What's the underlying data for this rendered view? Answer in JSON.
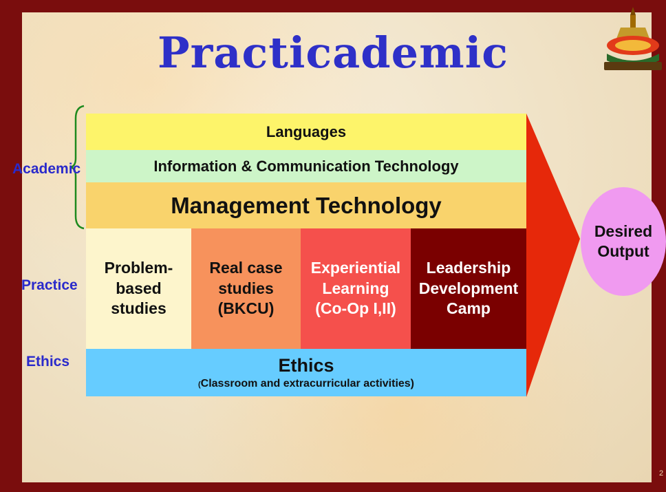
{
  "title": "Practicademic",
  "page_number": "2",
  "labels": {
    "academic": "Academic",
    "practice": "Practice",
    "ethics": "Ethics"
  },
  "academic_rows": {
    "languages": "Languages",
    "ict": "Information & Communication Technology",
    "management": "Management Technology"
  },
  "practice_columns": [
    {
      "lines": [
        "Problem-",
        "based",
        "studies"
      ],
      "color": "#fdf5cc",
      "text_color": "#111111"
    },
    {
      "lines": [
        "Real case",
        "studies",
        "(BKCU)"
      ],
      "color": "#f7925c",
      "text_color": "#111111"
    },
    {
      "lines": [
        "Experiential",
        "Learning",
        "(Co-Op I,II)"
      ],
      "color": "#f5504c",
      "text_color": "#ffffff"
    },
    {
      "lines": [
        "Leadership",
        "Development",
        "Camp"
      ],
      "color": "#7a0000",
      "text_color": "#ffffff"
    }
  ],
  "ethics_block": {
    "title": "Ethics",
    "subtitle": "Classroom and extracurricular activities)",
    "subtitle_prefix": "("
  },
  "output": {
    "line1": "Desired",
    "line2": "Output"
  },
  "colors": {
    "title": "#2e30c8",
    "label": "#2a2acb",
    "languages": "#fdf46a",
    "ict": "#cdf5c8",
    "management": "#f9d36c",
    "ethics": "#66ccff",
    "arrow": "#e6280a",
    "output": "#f09af0",
    "frame": "#7a0d0d"
  }
}
